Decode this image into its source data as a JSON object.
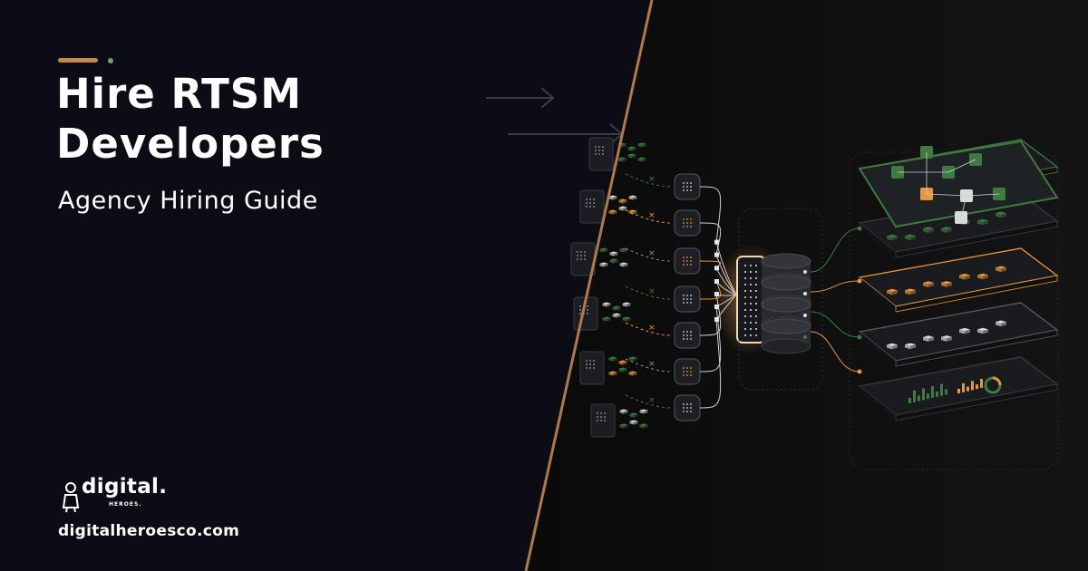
{
  "headline": {
    "title": "Hire RTSM Developers",
    "subtitle": "Agency Hiring Guide"
  },
  "brand": {
    "logo_text": "digital.",
    "logo_subtext": "HEROES.",
    "website": "digitalheroesco.com"
  },
  "colors": {
    "background": "#0b0c14",
    "accent_orange": "#c4884f",
    "accent_green": "#6aa468",
    "tile_orange": "#e5973a",
    "tile_green": "#3f7a40",
    "tile_light": "#d8dcd8",
    "divider": "#b07a48"
  },
  "icons": [
    "arrow-icon",
    "database-icon",
    "server-card-icon",
    "logo-icon"
  ]
}
